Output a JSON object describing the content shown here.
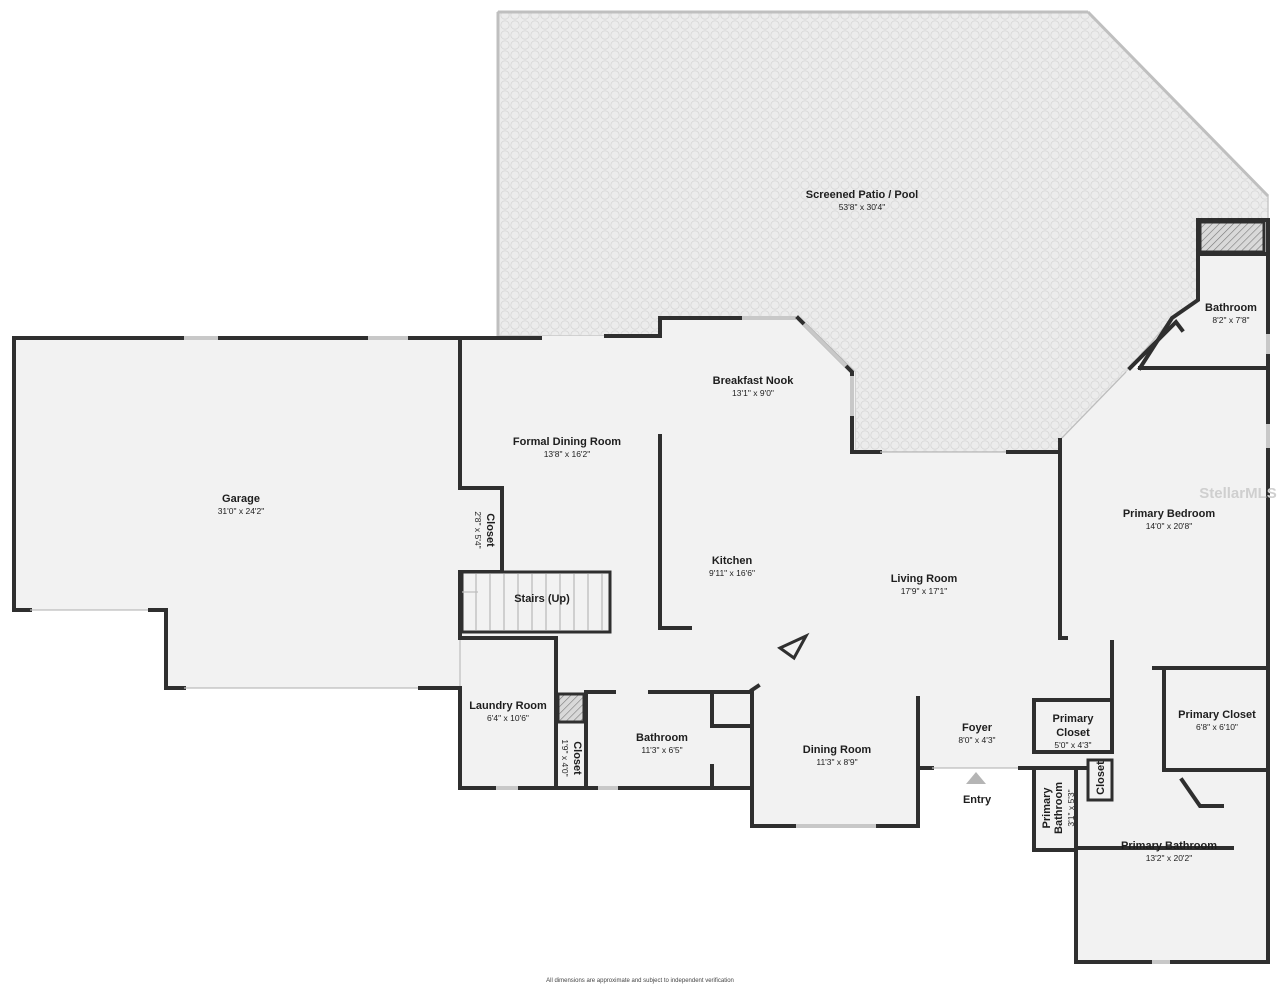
{
  "rooms": {
    "patio": {
      "name": "Screened Patio / Pool",
      "dims": "53'8\" x 30'4\""
    },
    "bath_upper": {
      "name": "Bathroom",
      "dims": "8'2\" x 7'8\""
    },
    "garage": {
      "name": "Garage",
      "dims": "31'0\" x 24'2\""
    },
    "breakfast_nook": {
      "name": "Breakfast Nook",
      "dims": "13'1\" x 9'0\""
    },
    "formal_dining": {
      "name": "Formal Dining Room",
      "dims": "13'8\" x 16'2\""
    },
    "closet_a": {
      "name": "Closet",
      "dims": "2'8\" x 5'4\""
    },
    "stairs": {
      "name": "Stairs (Up)"
    },
    "kitchen": {
      "name": "Kitchen",
      "dims": "9'11\" x 16'6\""
    },
    "living_room": {
      "name": "Living Room",
      "dims": "17'9\" x 17'1\""
    },
    "primary_bedroom": {
      "name": "Primary Bedroom",
      "dims": "14'0\" x 20'8\""
    },
    "laundry": {
      "name": "Laundry Room",
      "dims": "6'4\" x 10'6\""
    },
    "closet_b": {
      "name": "Closet",
      "dims": "1'9\" x 4'0\""
    },
    "bath_lower": {
      "name": "Bathroom",
      "dims": "11'3\" x 6'5\""
    },
    "dining_room": {
      "name": "Dining Room",
      "dims": "11'3\" x 8'9\""
    },
    "foyer": {
      "name": "Foyer",
      "dims": "8'0\" x 4'3\""
    },
    "primary_closet_a": {
      "name_line1": "Primary",
      "name_line2": "Closet",
      "dims": "5'0\" x 4'3\""
    },
    "primary_closet_b": {
      "name": "Primary Closet",
      "dims": "6'8\" x 6'10\""
    },
    "closet_c": {
      "name": "Closet"
    },
    "primary_bath_small": {
      "name_line1": "Primary",
      "name_line2": "Bathroom",
      "dims": "3'1\" x 5'3\""
    },
    "primary_bathroom": {
      "name": "Primary Bathroom",
      "dims": "13'2\" x 20'2\""
    }
  },
  "entry_label": "Entry",
  "footer_note": "All dimensions are approximate and subject to independent verification",
  "watermark": "StellarMLS",
  "colors": {
    "floor": "#f2f2f2",
    "wall": "#2f2f2f",
    "patio": "#ebebeb"
  }
}
